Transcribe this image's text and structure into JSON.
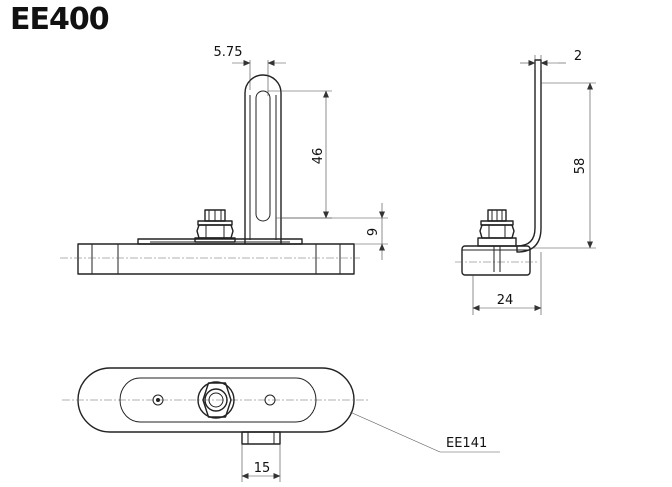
{
  "title": "EE400",
  "dimensions": {
    "slot_offset": "5.75",
    "slot_height": "46",
    "base_height": "9",
    "plate_thickness": "2",
    "bracket_height": "58",
    "base_width": "24",
    "tab_width": "15"
  },
  "callout": "EE141"
}
